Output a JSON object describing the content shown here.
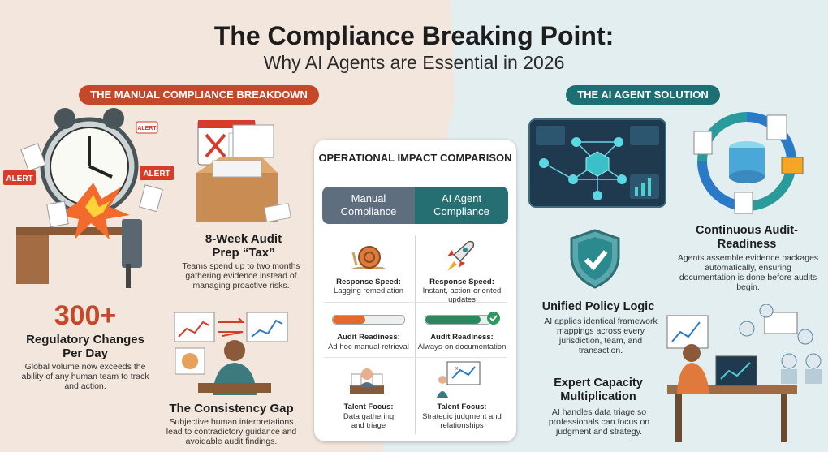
{
  "header": {
    "title": "The Compliance Breaking Point:",
    "subtitle": "Why AI Agents are Essential in 2026"
  },
  "left_section": {
    "label": "THE MANUAL COMPLIANCE BREAKDOWN",
    "alert_labels": [
      "ALERT",
      "ALERT",
      "ALERT"
    ],
    "stat_number": "300+",
    "stat_title": "Regulatory Changes Per Day",
    "stat_desc": "Global volume now exceeds the ability of any human team to track and action.",
    "audit_title": "8-Week Audit Prep “Tax”",
    "audit_desc": "Teams spend up to two months gathering evidence instead of managing proactive risks.",
    "consistency_title": "The Consistency Gap",
    "consistency_desc": "Subjective human interpretations lead to contradictory guidance and avoidable audit findings."
  },
  "comparison": {
    "title": "OPERATIONAL IMPACT COMPARISON",
    "manual_header": "Manual Compliance",
    "ai_header": "AI Agent Compliance",
    "rows": [
      {
        "manual_label": "Response Speed:",
        "manual_text": "Lagging remediation",
        "ai_label": "Response Speed:",
        "ai_text": "Instant, action-oriented updates"
      },
      {
        "manual_label": "Audit Readiness:",
        "manual_text": "Ad hoc manual retrieval",
        "ai_label": "Audit Readiness:",
        "ai_text": "Always-on documentation",
        "manual_level": 0.45,
        "ai_level": 0.85
      },
      {
        "manual_label": "Talent Focus:",
        "manual_text": "Data gathering and triage",
        "ai_label": "Talent Focus:",
        "ai_text": "Strategic judgment and relationships"
      }
    ]
  },
  "right_section": {
    "label": "THE AI AGENT SOLUTION",
    "continuous_title": "Continuous Audit-Readiness",
    "continuous_desc": "Agents assemble evidence packages automatically, ensuring documentation is done before audits begin.",
    "unified_title": "Unified Policy Logic",
    "unified_desc": "AI applies identical framework mappings across every jurisdiction, team, and transaction.",
    "expert_title": "Expert Capacity Multiplication",
    "expert_desc": "AI handles data triage so professionals can focus on judgment and strategy."
  },
  "colors": {
    "left_accent": "#c4482a",
    "right_accent": "#1d6f73",
    "manual_header": "#5f6e7e",
    "ai_header": "#256f72"
  }
}
